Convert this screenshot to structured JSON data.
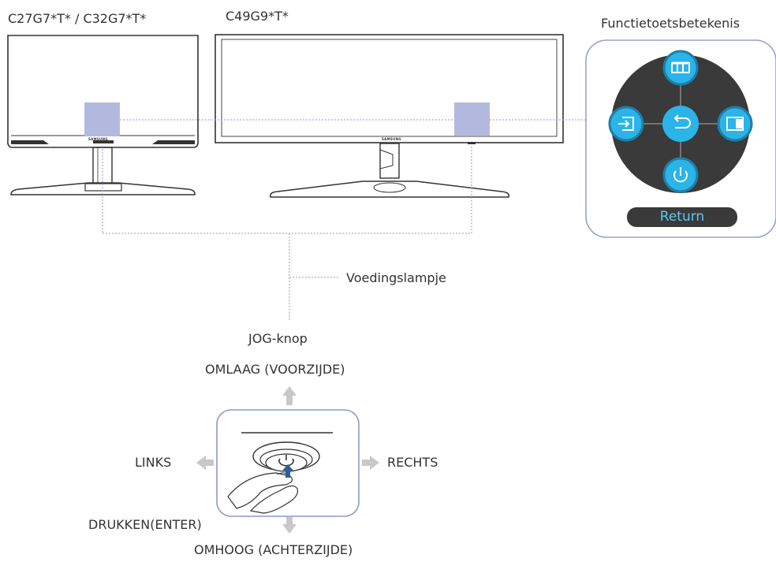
{
  "labels": {
    "monitor_left": "C27G7*T* / C32G7*T*",
    "monitor_right": "C49G9*T*",
    "function_key_guide": "Functietoetsbetekenis",
    "power_led": "Voedingslampje",
    "jog_button": "JOG-knop",
    "down_front": "OMLAAG (VOORZIJDE)",
    "left": "LINKS",
    "right": "RECHTS",
    "press_enter": "DRUKKEN(ENTER)",
    "up_back": "OMHOOG (ACHTERZIJDE)",
    "return": "Return",
    "brand_left": "SAMSUNG",
    "brand_right": "SAMSUNG"
  },
  "icons": {
    "up": "menu-grid-icon",
    "left": "input-source-icon",
    "right": "pip-icon",
    "down": "power-icon",
    "center": "return-icon"
  },
  "colors": {
    "highlight": "#b3b9de",
    "dashed_line": "#8f98c8",
    "key_blue": "#2bb4e8",
    "key_ring": "#1d7fa8",
    "pad_dark": "#3a3a3a",
    "panel_border": "#9aa0cc",
    "arrow_gray": "#c8c8c8",
    "text": "#333333"
  }
}
